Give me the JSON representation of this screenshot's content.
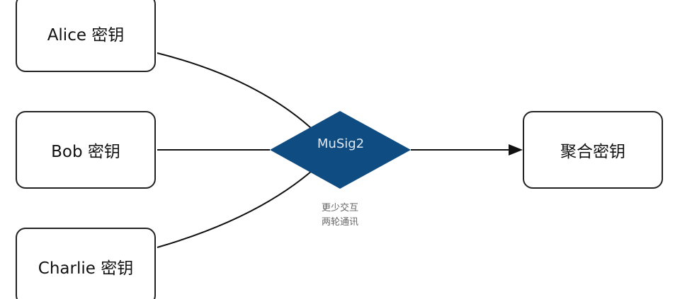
{
  "inputs": [
    {
      "label": "Alice 密钥"
    },
    {
      "label": "Bob 密钥"
    },
    {
      "label": "Charlie 密钥"
    }
  ],
  "center": {
    "label": "MuSig2",
    "color": "#0f4c81",
    "note_line1": "更少交互",
    "note_line2": "两轮通讯"
  },
  "output": {
    "label": "聚合密钥"
  }
}
